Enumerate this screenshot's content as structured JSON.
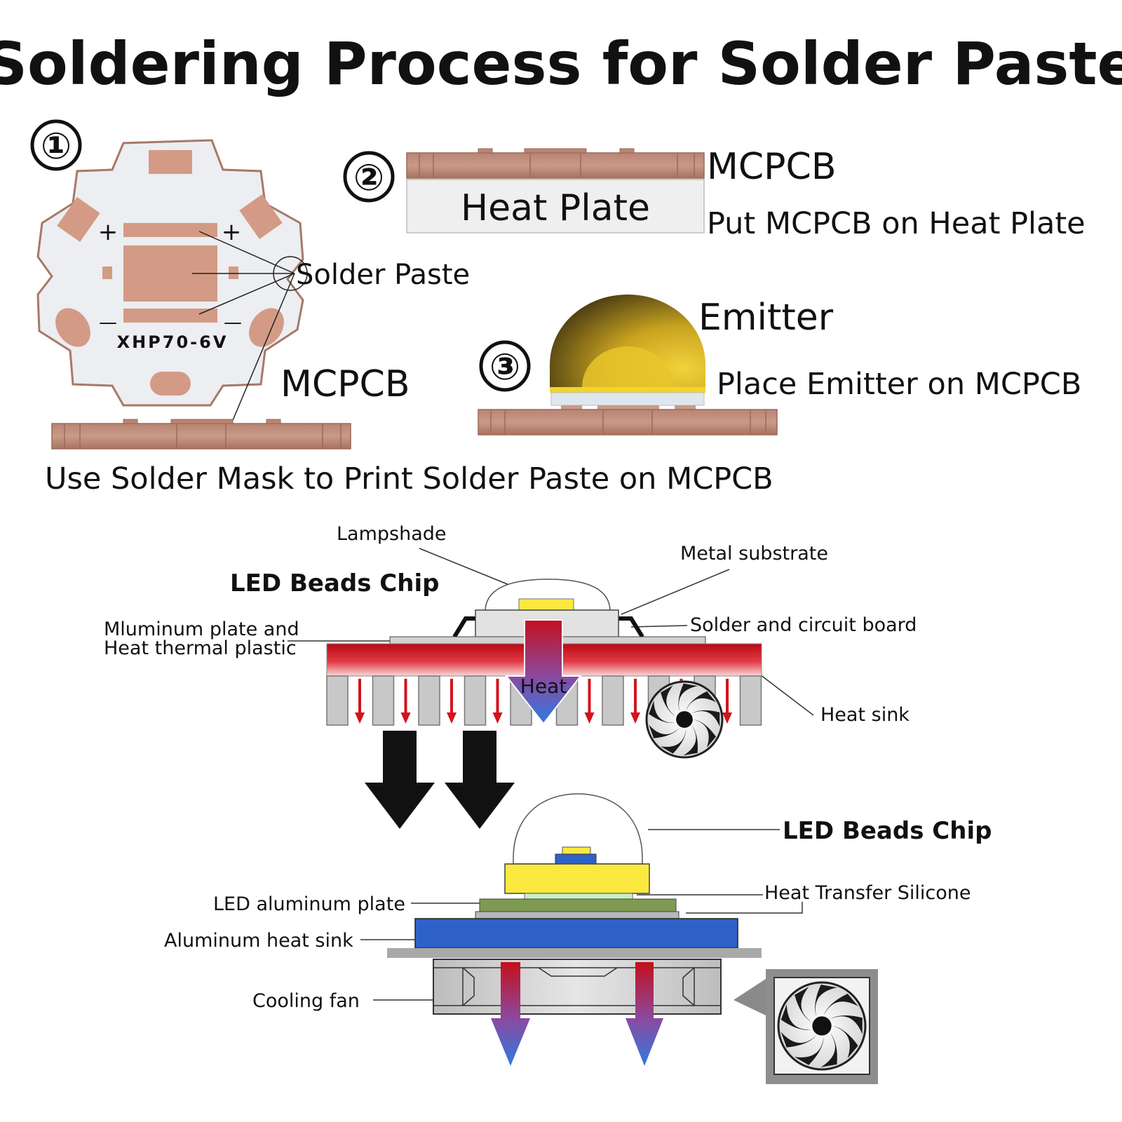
{
  "title": "Soldering Process for Solder Paste",
  "steps": {
    "step1": {
      "number": "①",
      "paste_label": "Solder Paste",
      "board_label": "MCPCB",
      "pcb_marking": "XHP70-6V",
      "plus": "+",
      "minus": "—",
      "caption": "Use Solder Mask to Print Solder Paste on MCPCB"
    },
    "step2": {
      "number": "②",
      "plate_label": "Heat Plate",
      "board_label": "MCPCB",
      "caption": "Put MCPCB on Heat Plate"
    },
    "step3": {
      "number": "③",
      "emitter_label": "Emitter",
      "caption": "Place Emitter on MCPCB"
    }
  },
  "upper_diagram": {
    "chip_label": "LED Beads Chip",
    "lampshade": "Lampshade",
    "metal_substrate": "Metal substrate",
    "solder_board": "Solder and circuit board",
    "plate_line1": "Mluminum plate and",
    "plate_line2": "Heat thermal plastic",
    "heat_sink": "Heat sink",
    "heat": "Heat"
  },
  "lower_diagram": {
    "chip_label": "LED Beads Chip",
    "heat_transfer": "Heat Transfer Silicone",
    "aluminum_plate": "LED aluminum plate",
    "aluminum_sink": "Aluminum heat sink",
    "cooling_fan": "Cooling fan"
  },
  "colors": {
    "copper": "#c8917e",
    "copper_dark": "#a9735f",
    "board_white": "#ecedf0",
    "heat_red": "#c4101c",
    "heat_blue": "#3a78d8",
    "emitter_yellow": "#e8c21a",
    "chip_yellow": "#fbe93f",
    "substrate_blue": "#2f62c8",
    "silicone_green": "#7f9a52"
  }
}
